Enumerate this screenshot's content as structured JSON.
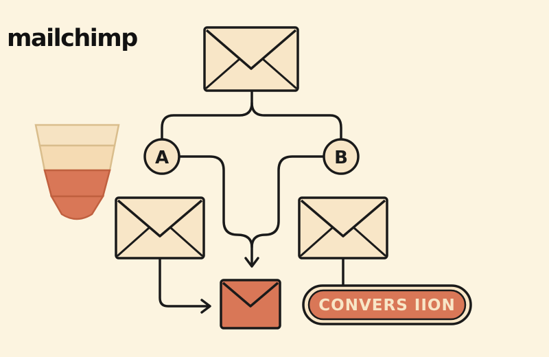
{
  "brand": {
    "logo_text": "mailchimp"
  },
  "diagram": {
    "branches": [
      {
        "label": "A"
      },
      {
        "label": "B"
      }
    ],
    "conversion_label": "CONVERS IION"
  },
  "colors": {
    "background": "#fcf4e0",
    "envelope_fill": "#f8e6c7",
    "accent": "#d97757",
    "stroke": "#1a1a1a",
    "funnel_light": "#f5dfb9",
    "funnel_edge": "#d9bd8c"
  }
}
